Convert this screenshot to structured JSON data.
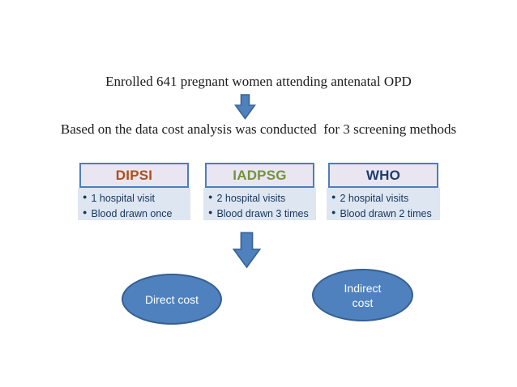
{
  "title": "Enrolled 641 pregnant women attending antenatal OPD",
  "subtitle": "Based on the data cost analysis was conducted  for 3 screening methods",
  "methods": [
    {
      "name": "DIPSI",
      "name_color": "#b04e1a",
      "bullets": [
        "1 hospital visit",
        "Blood drawn once"
      ]
    },
    {
      "name": "IADPSG",
      "name_color": "#76923c",
      "bullets": [
        "2 hospital visits",
        "Blood drawn 3 times"
      ]
    },
    {
      "name": "WHO",
      "name_color": "#1f3c6d",
      "bullets": [
        "2 hospital visits",
        "Blood drawn 2 times"
      ]
    }
  ],
  "cost_types": [
    {
      "label": "Direct cost"
    },
    {
      "label": "Indirect cost"
    }
  ],
  "colors": {
    "header_fill": "#e9e6f1",
    "header_border": "#4d7ebc",
    "body_fill": "#dde6f1",
    "body_text": "#17365d",
    "arrow_fill": "#4e81bd",
    "arrow_stroke": "#3c6496",
    "ellipse_fill": "#4e81bd",
    "ellipse_border": "#365f8f",
    "ellipse_text": "#ffffff"
  }
}
